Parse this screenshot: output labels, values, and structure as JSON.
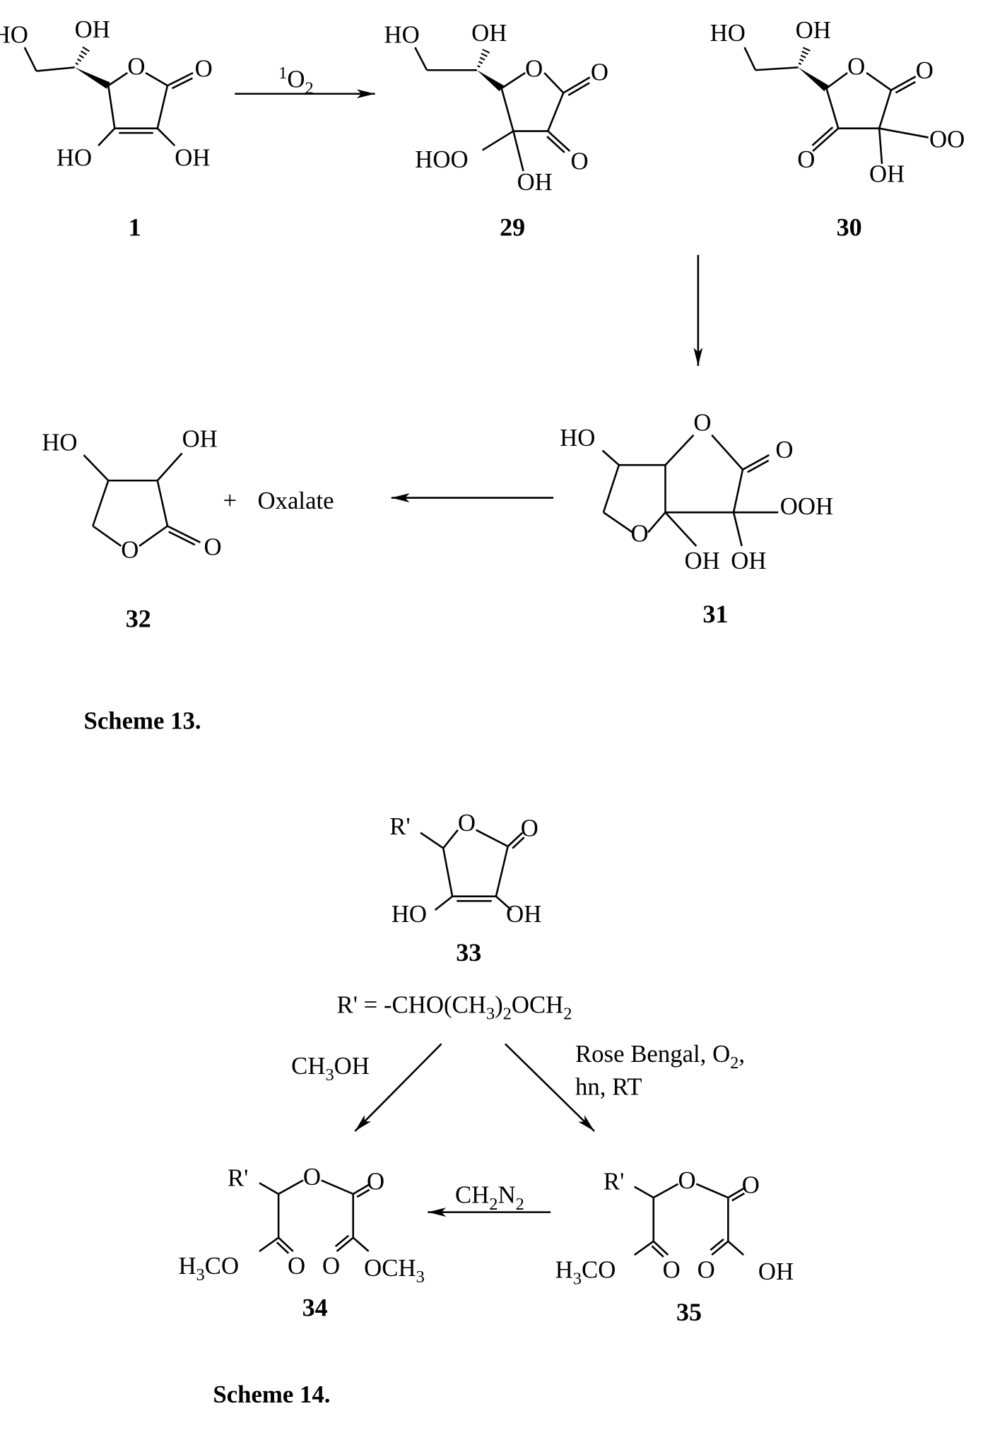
{
  "scheme13": {
    "caption": "Scheme 13.",
    "compound_1": {
      "label": "1",
      "atoms": [
        "HO",
        "OH",
        "O",
        "O",
        "HO",
        "OH"
      ]
    },
    "arrow_1_to_29": {
      "reagent_sup": "1",
      "reagent_main": "O",
      "reagent_sub": "2"
    },
    "compound_29": {
      "label": "29",
      "atoms": [
        "HO",
        "OH",
        "O",
        "O",
        "O",
        "HOO",
        "OH"
      ]
    },
    "compound_30": {
      "label": "30",
      "atoms": [
        "HO",
        "OH",
        "O",
        "O",
        "O",
        "OO",
        "OH"
      ]
    },
    "compound_31": {
      "label": "31",
      "atoms": [
        "HO",
        "O",
        "O",
        "OOH",
        "O",
        "OH",
        "OH"
      ]
    },
    "compound_32": {
      "label": "32",
      "atoms": [
        "HO",
        "OH",
        "O",
        "O"
      ]
    },
    "plus": "+",
    "coproduct": "Oxalate"
  },
  "scheme14": {
    "caption": "Scheme 14.",
    "compound_33": {
      "label": "33",
      "atoms": [
        "R'",
        "O",
        "O",
        "HO",
        "OH"
      ]
    },
    "r_definition": [
      "R' = -CHO(CH",
      "3",
      ")",
      "2",
      "OCH",
      "2"
    ],
    "reagent_left": [
      "CH",
      "3",
      "OH"
    ],
    "reagent_right_line1": [
      "Rose Bengal, O",
      "2",
      ","
    ],
    "reagent_right_line2": "hn, RT",
    "reagent_bottom": [
      "CH",
      "2",
      "N",
      "2"
    ],
    "compound_34": {
      "label": "34",
      "atoms": [
        "R'",
        "O",
        "O",
        "H",
        "3",
        "CO",
        "O",
        "O",
        "OCH",
        "3"
      ]
    },
    "compound_35": {
      "label": "35",
      "atoms": [
        "R'",
        "O",
        "O",
        "H",
        "3",
        "CO",
        "O",
        "O",
        "OH"
      ]
    }
  }
}
